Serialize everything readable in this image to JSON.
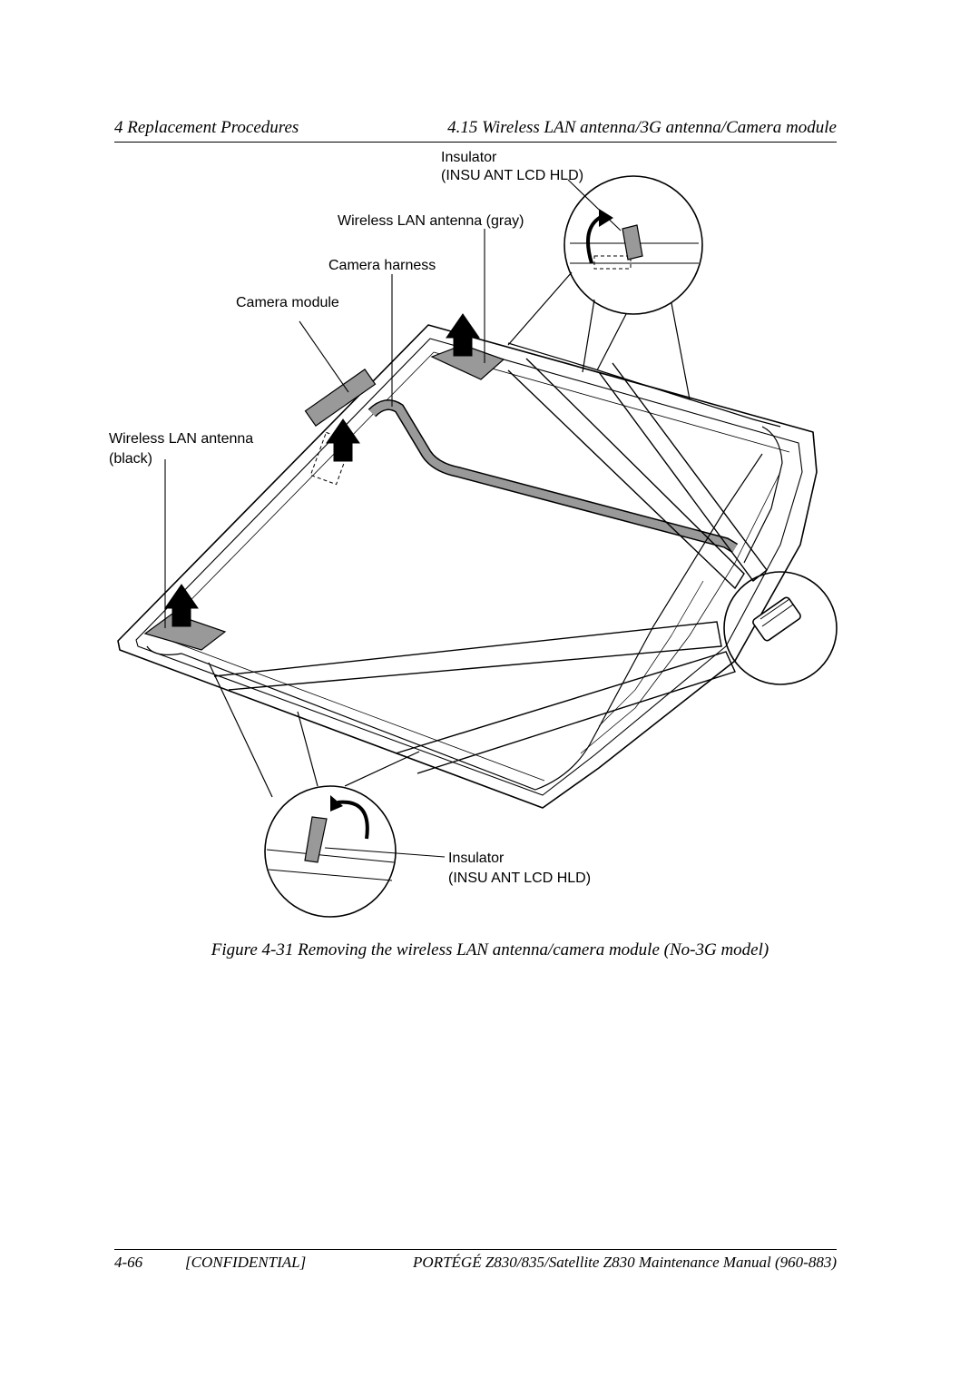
{
  "header": {
    "chapter": "4 Replacement Procedures",
    "section": "4.15 Wireless LAN antenna/3G antenna/Camera module"
  },
  "figure": {
    "labels": {
      "insulator_top_1": "Insulator",
      "insulator_top_2": "(INSU ANT LCD HLD)",
      "wlan_gray": "Wireless LAN antenna (gray)",
      "camera_harness": "Camera harness",
      "camera_module": "Camera module",
      "wlan_black_1": "Wireless LAN antenna",
      "wlan_black_2": "(black)",
      "insulator_bottom_1": "Insulator",
      "insulator_bottom_2": "(INSU ANT LCD HLD)"
    },
    "caption": "Figure 4-31   Removing the wireless LAN antenna/camera module (No-3G model)"
  },
  "footer": {
    "page": "4-66",
    "confidential": "[CONFIDENTIAL]",
    "manual": "PORTÉGÉ Z830/835/Satellite Z830 Maintenance Manual (960-883)"
  },
  "colors": {
    "ink": "#000000",
    "tape_fill": "#999999",
    "paper": "#ffffff"
  }
}
